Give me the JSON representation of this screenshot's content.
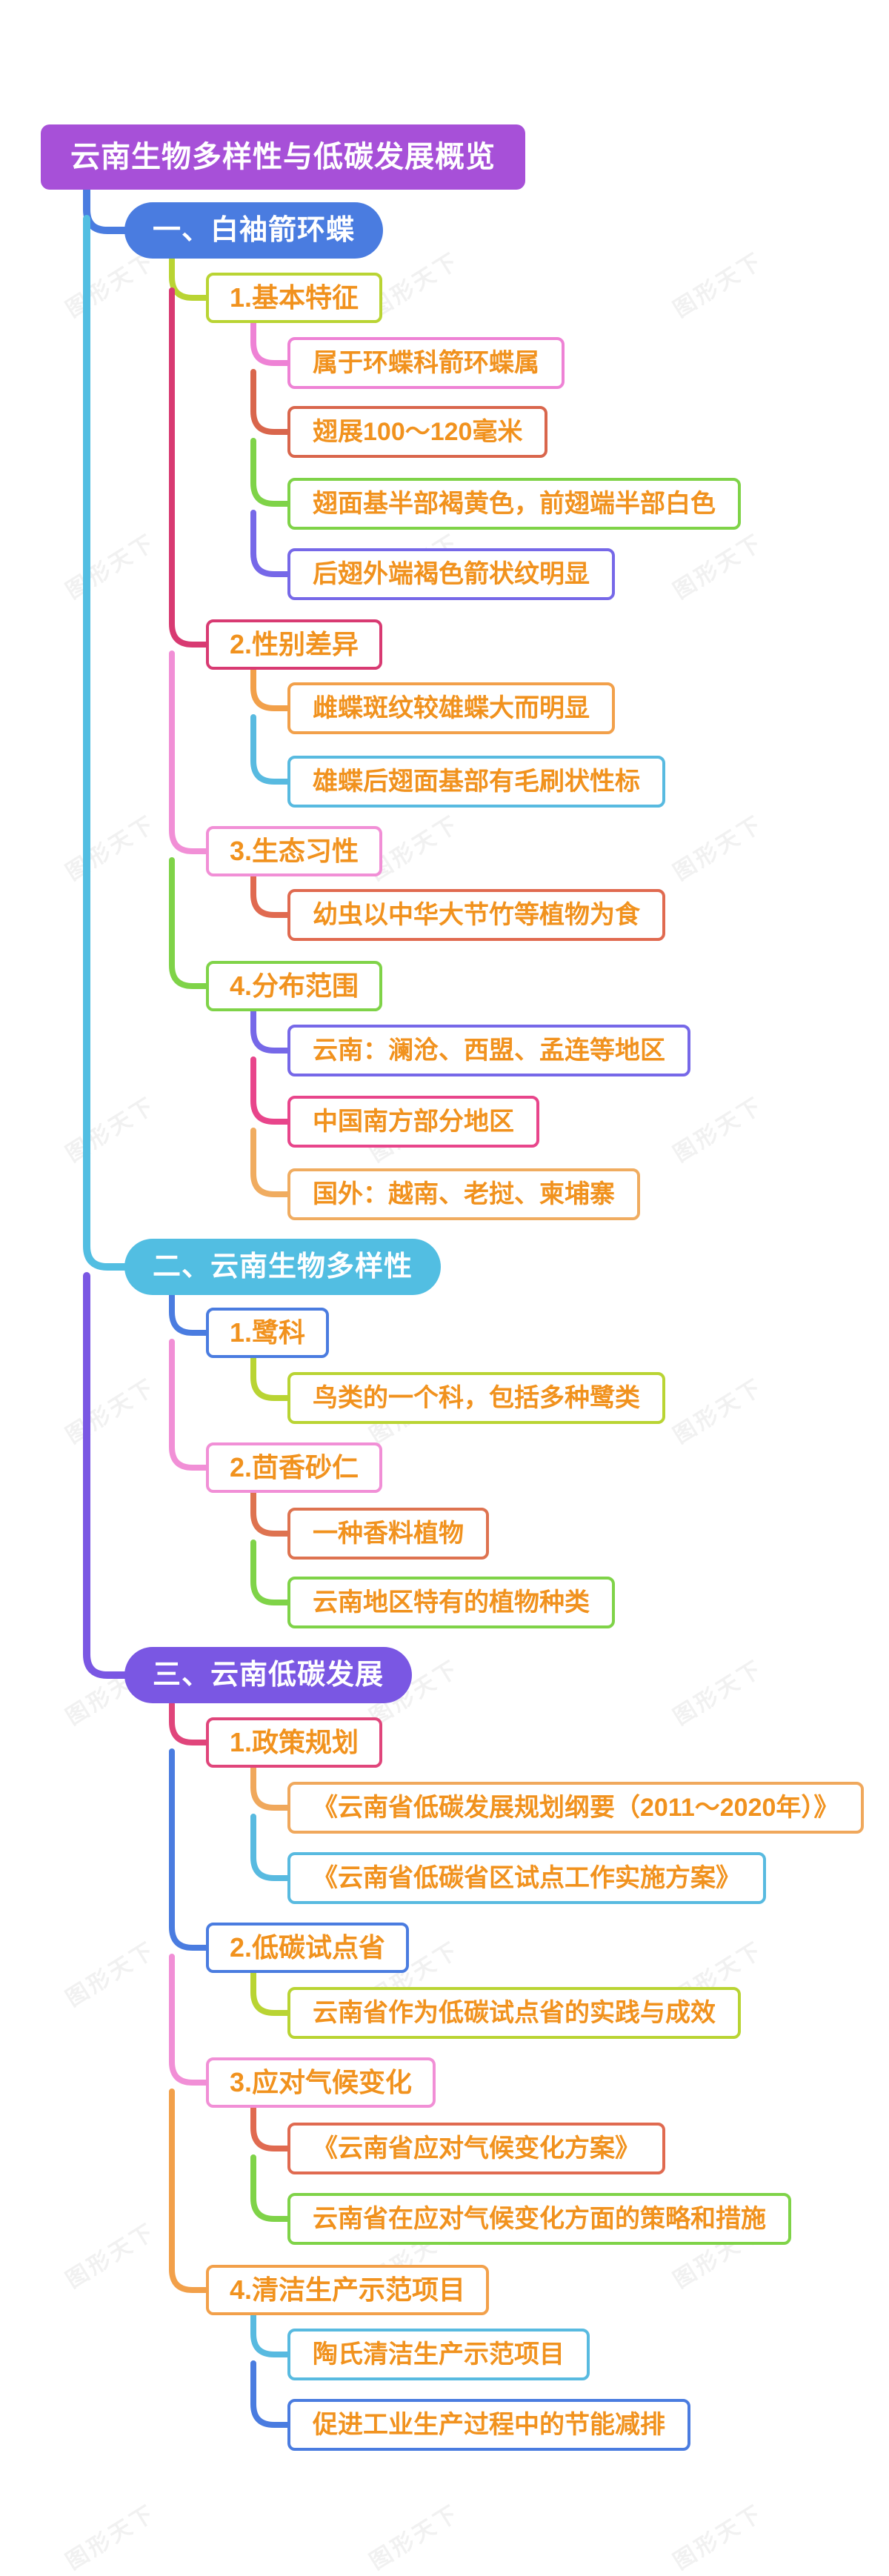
{
  "watermark": {
    "text": "图形天下"
  },
  "root": {
    "label": "云南生物多样性与低碳发展概览",
    "color": "#A750D8"
  },
  "b": [
    {
      "label": "一、白袖箭环蝶",
      "color": "#4A7CE0",
      "c": [
        {
          "label": "1.基本特征",
          "color": "#B9D433",
          "c": [
            {
              "label": "属于环蝶科箭环蝶属",
              "color": "#EE82D5"
            },
            {
              "label": "翅展100～120毫米",
              "color": "#D9664C"
            },
            {
              "label": "翅面基半部褐黄色，前翅端半部白色",
              "color": "#7FD348"
            },
            {
              "label": "后翅外端褐色箭状纹明显",
              "color": "#7668E8"
            }
          ]
        },
        {
          "label": "2.性别差异",
          "color": "#D83A72",
          "c": [
            {
              "label": "雌蝶斑纹较雄蝶大而明显",
              "color": "#F2A04A"
            },
            {
              "label": "雄蝶后翅面基部有毛刷状性标",
              "color": "#58BAE0"
            }
          ]
        },
        {
          "label": "3.生态习性",
          "color": "#F18FD6",
          "c": [
            {
              "label": "幼虫以中华大节竹等植物为食",
              "color": "#E06A50"
            }
          ]
        },
        {
          "label": "4.分布范围",
          "color": "#7FD348",
          "c": [
            {
              "label": "云南：澜沧、西盟、孟连等地区",
              "color": "#7668E8"
            },
            {
              "label": "中国南方部分地区",
              "color": "#E8458B"
            },
            {
              "label": "国外：越南、老挝、柬埔寨",
              "color": "#F0AC60"
            }
          ]
        }
      ]
    },
    {
      "label": "二、云南生物多样性",
      "color": "#52BEE2",
      "c": [
        {
          "label": "1.鹭科",
          "color": "#4A7CE0",
          "c": [
            {
              "label": "鸟类的一个科，包括多种鹭类",
              "color": "#B9D433"
            }
          ]
        },
        {
          "label": "2.茴香砂仁",
          "color": "#F18FD6",
          "c": [
            {
              "label": "一种香料植物",
              "color": "#DE7350"
            },
            {
              "label": "云南地区特有的植物种类",
              "color": "#7FD348"
            }
          ]
        }
      ]
    },
    {
      "label": "三、云南低碳发展",
      "color": "#7A57E3",
      "c": [
        {
          "label": "1.政策规划",
          "color": "#E0457B",
          "c": [
            {
              "label": "《云南省低碳发展规划纲要（2011～2020年）》",
              "color": "#F0A85C"
            },
            {
              "label": "《云南省低碳省区试点工作实施方案》",
              "color": "#58BAE0"
            }
          ]
        },
        {
          "label": "2.低碳试点省",
          "color": "#4A7CE0",
          "c": [
            {
              "label": "云南省作为低碳试点省的实践与成效",
              "color": "#B9D433"
            }
          ]
        },
        {
          "label": "3.应对气候变化",
          "color": "#F18FD6",
          "c": [
            {
              "label": "《云南省应对气候变化方案》",
              "color": "#E06A50"
            },
            {
              "label": "云南省在应对气候变化方面的策略和措施",
              "color": "#7FD348"
            }
          ]
        },
        {
          "label": "4.清洁生产示范项目",
          "color": "#F2A04A",
          "c": [
            {
              "label": "陶氏清洁生产示范项目",
              "color": "#58BAE0"
            },
            {
              "label": "促进工业生产过程中的节能减排",
              "color": "#4A7CE0"
            }
          ]
        }
      ]
    }
  ]
}
